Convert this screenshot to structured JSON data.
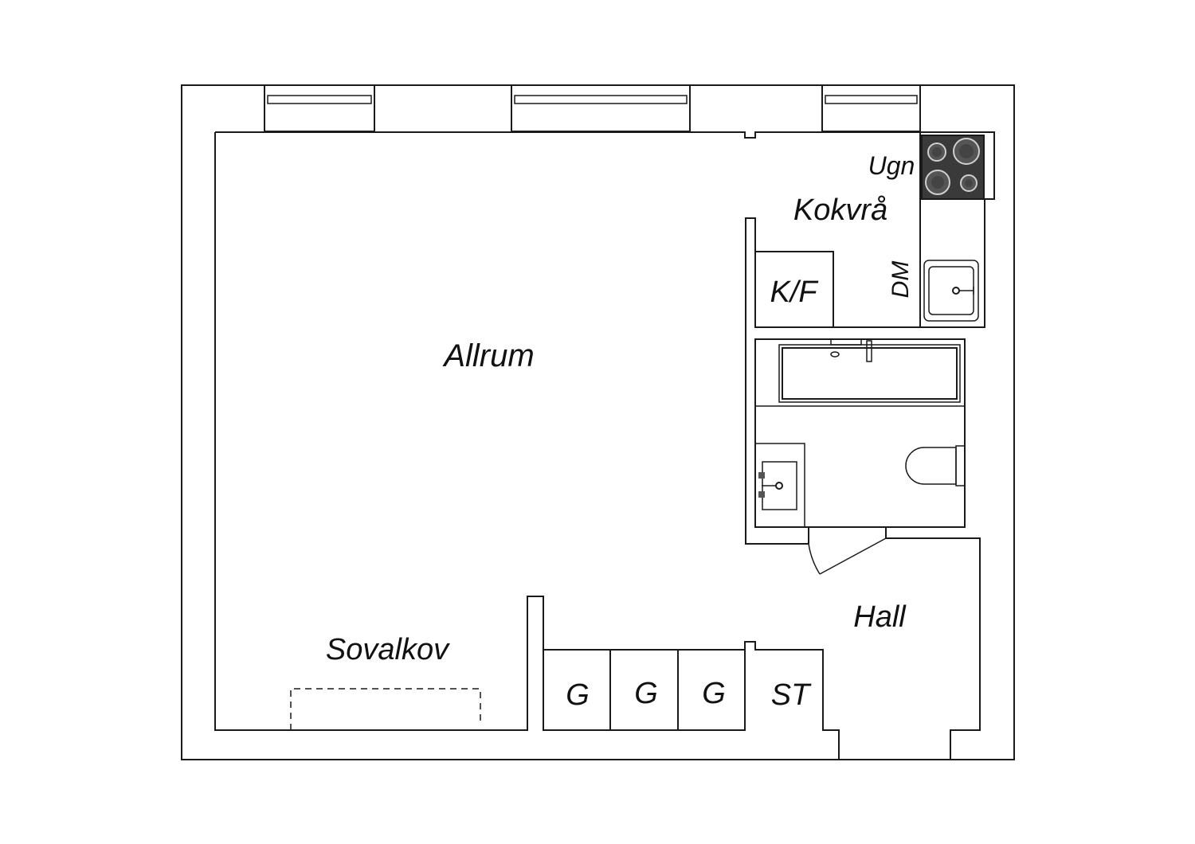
{
  "rooms": {
    "allrum": "Allrum",
    "kokvra": "Kokvrå",
    "ugn": "Ugn",
    "kf": "K/F",
    "dm": "DM",
    "hall": "Hall",
    "sovalkov": "Sovalkov",
    "g1": "G",
    "g2": "G",
    "g3": "G",
    "st": "ST"
  },
  "colors": {
    "line": "#1a1a1a",
    "stove": "#3a3a3a",
    "background": "#ffffff"
  }
}
